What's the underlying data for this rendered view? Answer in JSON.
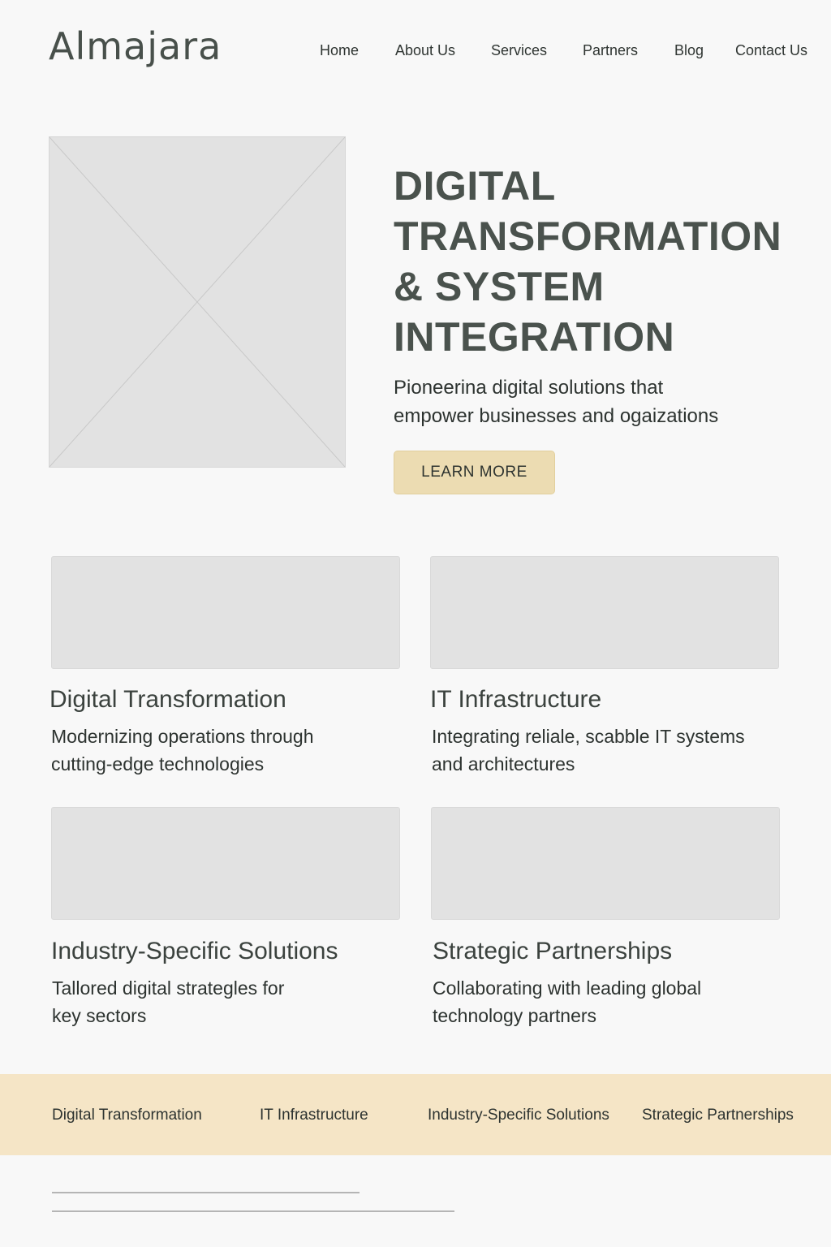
{
  "brand": {
    "logo_text": "Almajara"
  },
  "nav": {
    "items": [
      "Home",
      "About Us",
      "Services",
      "Partners",
      "Blog",
      "Contact Us"
    ]
  },
  "hero": {
    "title_lines": [
      "DIGITAL",
      "TRANSFORMATION",
      "& SYSTEM",
      "INTEGRATION"
    ],
    "subtitle_lines": [
      "Pioneerina digital solutions that",
      "empower businesses and ogaizations"
    ],
    "cta_label": "LEARN MORE"
  },
  "services": [
    {
      "title": "Digital Transformation",
      "desc_lines": [
        "Modernizing operations through",
        "cutting-edge technologies"
      ]
    },
    {
      "title": "IT Infrastructure",
      "desc_lines": [
        "Integrating reliale, scabble IT systems",
        "and architectures"
      ]
    },
    {
      "title": "Industry-Specific Solutions",
      "desc_lines": [
        "Tallored digital strategles for",
        "key sectors"
      ]
    },
    {
      "title": "Strategic Partnerships",
      "desc_lines": [
        "Collaborating with leading global",
        "technology partners"
      ]
    }
  ],
  "footer_band": {
    "items": [
      "Digital Transformation",
      "IT Infrastructure",
      "Industry-Specific Solutions",
      "Strategic Partnerships"
    ]
  },
  "colors": {
    "background": "#f8f8f8",
    "placeholder": "#e2e2e2",
    "cta": "#ecdcb2",
    "band": "#f5e5c6",
    "heading": "#4a524d"
  }
}
